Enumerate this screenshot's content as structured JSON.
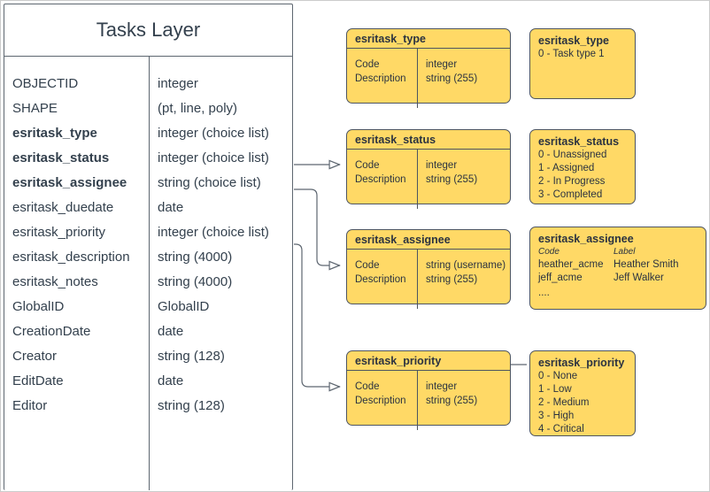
{
  "diagram": {
    "title": "Tasks Layer",
    "line_color": "#5d6670",
    "box_fill": "#ffd966",
    "box_stroke": "#4d5560"
  },
  "tasks_layer": {
    "title": "Tasks Layer",
    "fields": [
      {
        "name": "OBJECTID",
        "type": "integer",
        "bold": false
      },
      {
        "name": "SHAPE",
        "type": "(pt, line, poly)",
        "bold": false
      },
      {
        "name": "esritask_type",
        "type": "integer (choice list)",
        "bold": true
      },
      {
        "name": "esritask_status",
        "type": "integer (choice list)",
        "bold": true
      },
      {
        "name": "esritask_assignee",
        "type": "string (choice list)",
        "bold": true
      },
      {
        "name": "esritask_duedate",
        "type": "date",
        "bold": false
      },
      {
        "name": "esritask_priority",
        "type": "integer (choice list)",
        "bold": false
      },
      {
        "name": "esritask_description",
        "type": "string (4000)",
        "bold": false
      },
      {
        "name": "esritask_notes",
        "type": "string (4000)",
        "bold": false
      },
      {
        "name": "GlobalID",
        "type": "GlobalID",
        "bold": false
      },
      {
        "name": "CreationDate",
        "type": "date",
        "bold": false
      },
      {
        "name": "Creator",
        "type": "string (128)",
        "bold": false
      },
      {
        "name": "EditDate",
        "type": "date",
        "bold": false
      },
      {
        "name": "Editor",
        "type": "string (128)",
        "bold": false
      }
    ]
  },
  "domain_tables": [
    {
      "title": "esritask_type",
      "left_col": [
        "Code",
        "Description"
      ],
      "right_col": [
        "integer",
        "string (255)"
      ]
    },
    {
      "title": "esritask_status",
      "left_col": [
        "Code",
        "Description"
      ],
      "right_col": [
        "integer",
        "string (255)"
      ]
    },
    {
      "title": "esritask_assignee",
      "left_col": [
        "Code",
        "Description"
      ],
      "right_col": [
        "string  (username)",
        "string (255)"
      ]
    },
    {
      "title": "esritask_priority",
      "left_col": [
        "Code",
        "Description"
      ],
      "right_col": [
        "integer",
        "string (255)"
      ]
    }
  ],
  "value_lists": [
    {
      "title": "esritask_type",
      "lines": [
        "0 - Task type 1"
      ]
    },
    {
      "title": "esritask_status",
      "lines": [
        "0 - Unassigned",
        "1 - Assigned",
        "2 - In Progress",
        "3 - Completed"
      ]
    },
    {
      "title": "esritask_priority",
      "lines": [
        "0 - None",
        "1 - Low",
        "2 - Medium",
        "3 - High",
        "4 - Critical"
      ]
    }
  ],
  "assignee_list": {
    "title": "esritask_assignee",
    "header": {
      "code": "Code",
      "label": "Label"
    },
    "rows": [
      {
        "code": "heather_acme",
        "label": "Heather Smith"
      },
      {
        "code": "jeff_acme",
        "label": "Jeff Walker"
      }
    ],
    "ellipsis": "...."
  }
}
